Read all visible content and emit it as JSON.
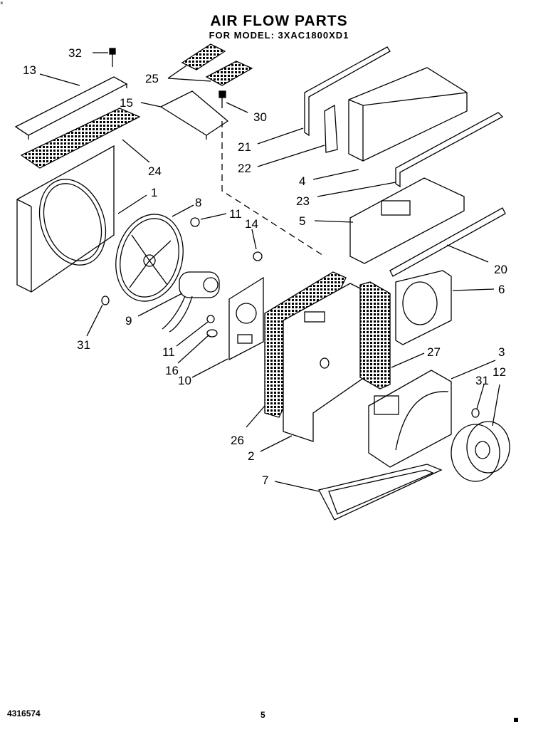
{
  "header": {
    "title": "AIR FLOW PARTS",
    "subtitle": "FOR MODEL: 3XAC1800XD1"
  },
  "footer": {
    "part_number": "4316574",
    "page_number": "5"
  },
  "callouts": [
    "32",
    "13",
    "25",
    "15",
    "30",
    "21",
    "22",
    "4",
    "23",
    "5",
    "20",
    "6",
    "24",
    "1",
    "8",
    "11",
    "14",
    "9",
    "31",
    "11",
    "16",
    "10",
    "26",
    "2",
    "27",
    "3",
    "31",
    "12",
    "7"
  ]
}
